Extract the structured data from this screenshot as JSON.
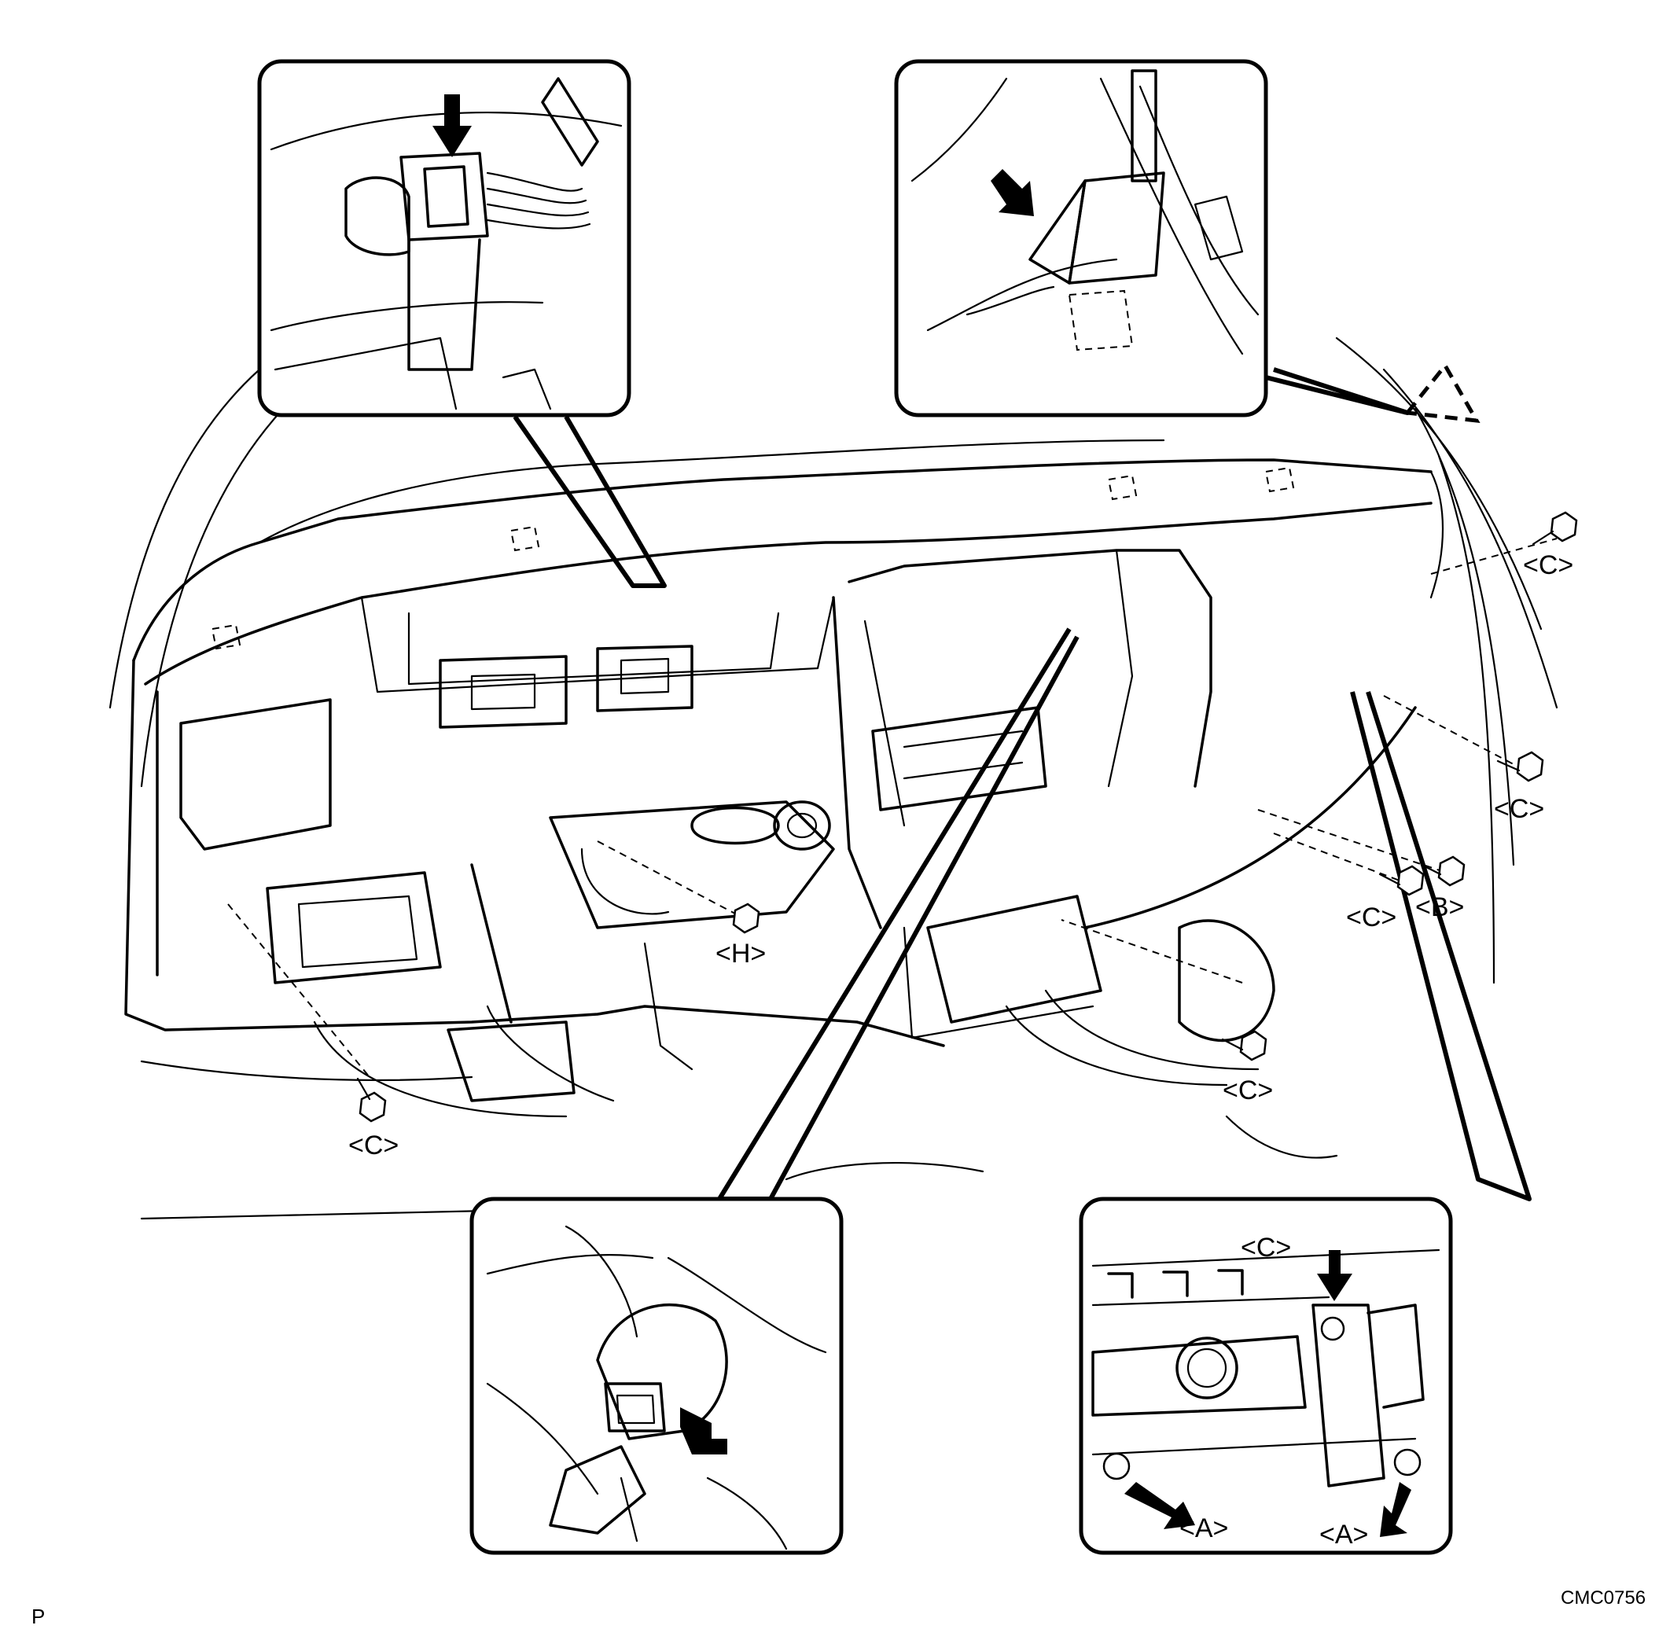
{
  "labels": {
    "c_top_right": "<C>",
    "c_right": "<C>",
    "c_mid_right": "<C>",
    "b_mid_right": "<B>",
    "h_center": "<H>",
    "c_lower_center": "<C>",
    "c_lower_left": "<C>",
    "inset_c": "<C>",
    "inset_a_left": "<A>",
    "inset_a_right": "<A>"
  },
  "footer": {
    "left_mark": "P",
    "figure_code": "CMC0756"
  }
}
